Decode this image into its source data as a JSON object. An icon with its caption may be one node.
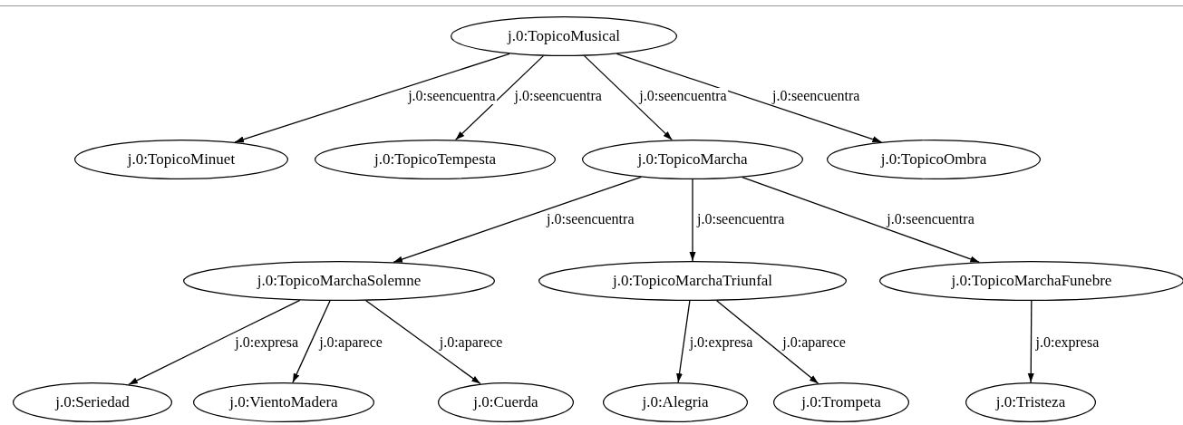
{
  "diagram": {
    "nodes": [
      {
        "text": [
          "j.0:TopicoMusical"
        ]
      },
      {
        "text": [
          "j.0:TopicoMinuet"
        ]
      },
      {
        "text": [
          "j.0:TopicoTempesta"
        ]
      },
      {
        "text": [
          "j.0:TopicoMarcha"
        ]
      },
      {
        "text": [
          "j.0:TopicoOmbra"
        ]
      },
      {
        "text": [
          "j.0:TopicoMarchaSolemne"
        ]
      },
      {
        "text": [
          "j.0:TopicoMarchaTriunfal"
        ]
      },
      {
        "text": [
          "j.0:TopicoMarchaFunebre"
        ]
      },
      {
        "text": [
          "j.0:Seriedad"
        ]
      },
      {
        "text": [
          "j.0:VientoMadera"
        ]
      },
      {
        "text": [
          "j.0:Cuerda"
        ]
      },
      {
        "text": [
          "j.0:Alegria"
        ]
      },
      {
        "text": [
          "j.0:Trompeta"
        ]
      },
      {
        "text": [
          "j.0:Tristeza"
        ]
      }
    ],
    "edges": [
      {
        "from": 0,
        "to": 1,
        "arrow": "to",
        "label": "j.0:seencuentra"
      },
      {
        "from": 0,
        "to": 2,
        "arrow": "to",
        "label": "j.0:seencuentra"
      },
      {
        "from": 0,
        "to": 3,
        "arrow": "to",
        "label": "j.0:seencuentra"
      },
      {
        "from": 0,
        "to": 4,
        "arrow": "to",
        "label": "j.0:seencuentra"
      },
      {
        "from": 3,
        "to": 5,
        "arrow": "to",
        "label": "j.0:seencuentra"
      },
      {
        "from": 3,
        "to": 6,
        "arrow": "to",
        "label": "j.0:seencuentra"
      },
      {
        "from": 3,
        "to": 7,
        "arrow": "to",
        "label": "j.0:seencuentra"
      },
      {
        "from": 5,
        "to": 8,
        "arrow": "to",
        "label": "j.0:expresa"
      },
      {
        "from": 5,
        "to": 9,
        "arrow": "to",
        "label": "j.0:aparece"
      },
      {
        "from": 5,
        "to": 10,
        "arrow": "to",
        "label": "j.0:aparece"
      },
      {
        "from": 6,
        "to": 11,
        "arrow": "to",
        "label": "j.0:expresa"
      },
      {
        "from": 6,
        "to": 12,
        "arrow": "to",
        "label": "j.0:aparece"
      },
      {
        "from": 7,
        "to": 13,
        "arrow": "to",
        "label": "j.0:expresa"
      }
    ]
  }
}
